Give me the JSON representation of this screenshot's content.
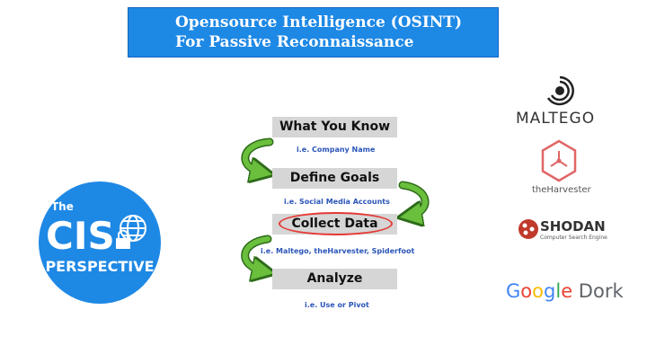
{
  "header": {
    "line1": "Opensource Intelligence (OSINT)",
    "line2": "For Passive Reconnaissance",
    "color": "#1e88e5"
  },
  "logo": {
    "the": "The",
    "cis": "CIS",
    "perspective": "PERSPECTIVE",
    "color": "#1e88e5"
  },
  "steps": [
    {
      "label": "What You Know",
      "example": "i.e. Company Name"
    },
    {
      "label": "Define Goals",
      "example": "i.e. Social Media Accounts"
    },
    {
      "label": "Collect Data",
      "example": "i.e. Maltego, theHarvester, Spiderfoot"
    },
    {
      "label": "Analyze",
      "example": "i.e. Use or Pivot"
    }
  ],
  "tools": {
    "maltego": "MALTEGO",
    "harvester": "theHarvester",
    "shodan": "SHODAN",
    "shodan_tagline": "Computer Search Engine",
    "google": [
      "G",
      "o",
      "o",
      "g",
      "l",
      "e"
    ],
    "dork": "Dork"
  },
  "colors": {
    "arrow": "#6abf3c",
    "highlight": "#e53935",
    "example_text": "#2b55b8",
    "step_box": "#d6d6d6"
  }
}
